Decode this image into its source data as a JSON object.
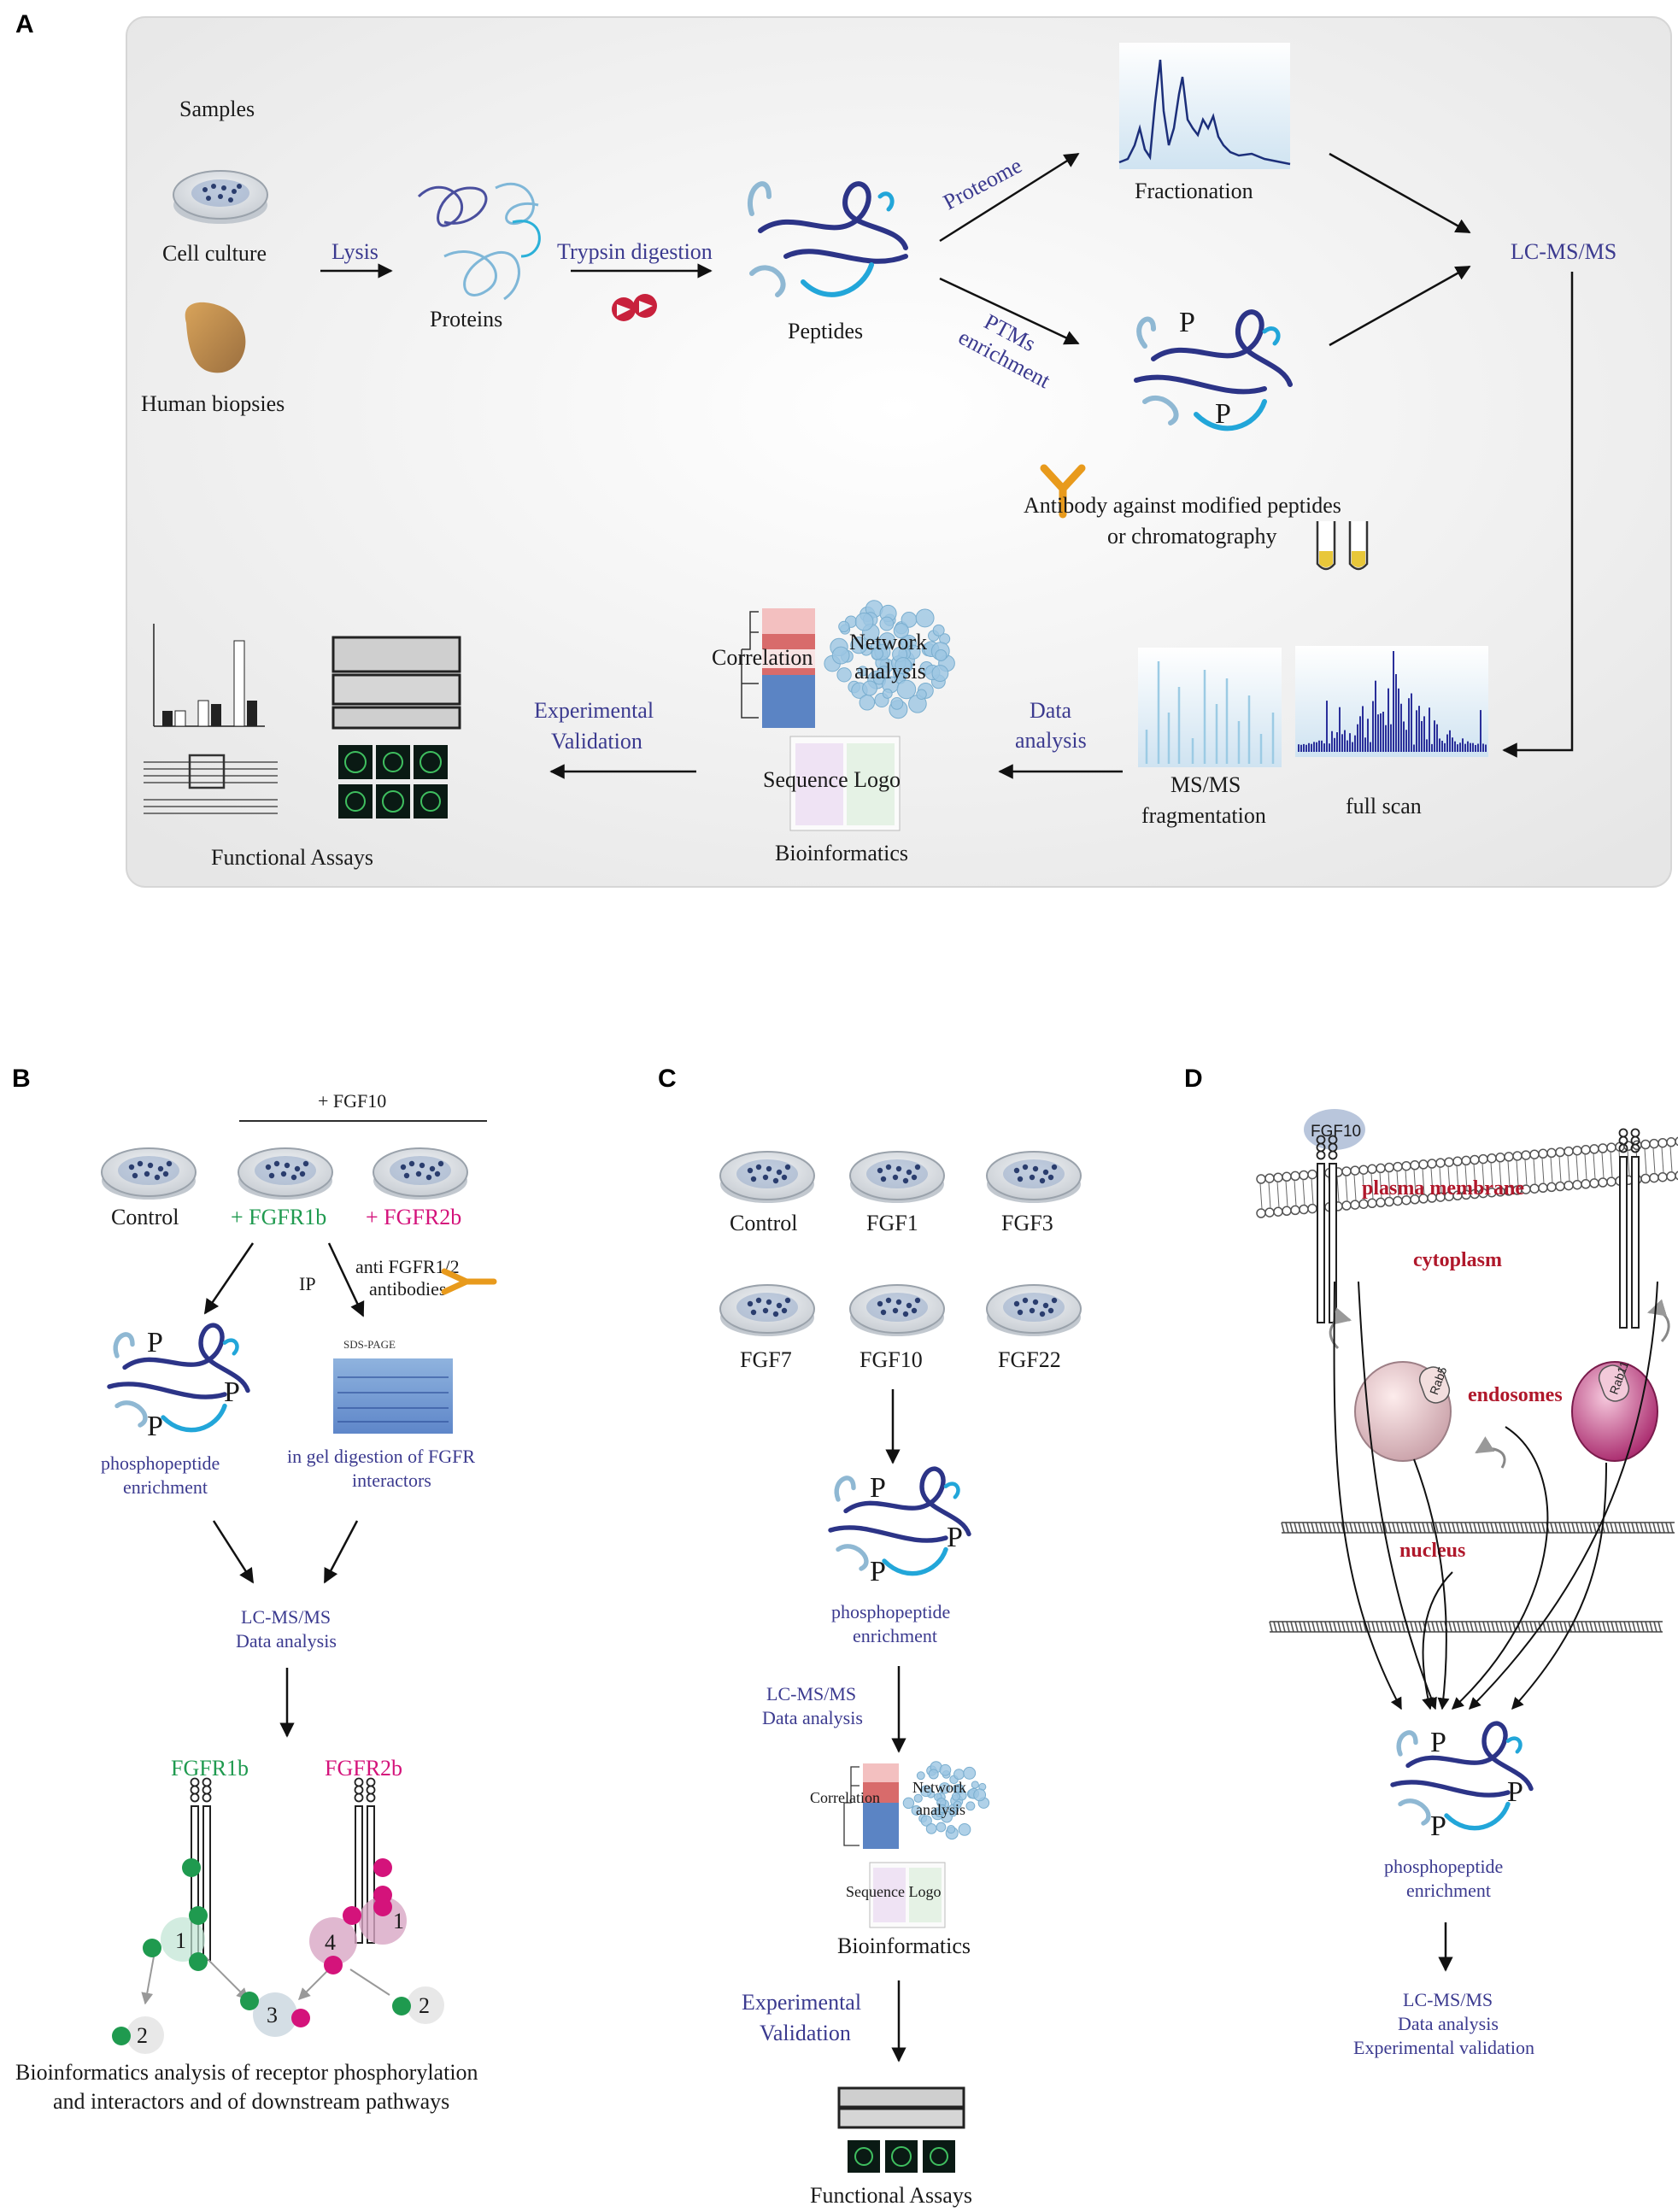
{
  "panels": {
    "a": "A",
    "b": "B",
    "c": "C",
    "d": "D"
  },
  "panelA": {
    "samples": "Samples",
    "cell_culture": "Cell culture",
    "human_biopsies": "Human biopsies",
    "lysis": "Lysis",
    "proteins": "Proteins",
    "trypsin": "Trypsin digestion",
    "peptides": "Peptides",
    "proteome": "Proteome",
    "ptms_line1": "PTMs",
    "ptms_line2": "enrichment",
    "fractionation": "Fractionation",
    "lcmsms": "LC-MS/MS",
    "antibody_line1": "Antibody against modified peptides",
    "antibody_line2": "or chromatography",
    "full_scan": "full scan",
    "msms_line1": "MS/MS",
    "msms_line2": "fragmentation",
    "data_analysis_line1": "Data",
    "data_analysis_line2": "analysis",
    "correlation": "Correlation",
    "network_line1": "Network",
    "network_line2": "analysis",
    "sequence_logo": "Sequence Logo",
    "bioinformatics": "Bioinformatics",
    "exp_val_line1": "Experimental",
    "exp_val_line2": "Validation",
    "functional_assays": "Functional Assays",
    "p_mark": "P"
  },
  "panelB": {
    "fgf10": "+ FGF10",
    "control": "Control",
    "fgfr1b_treat": "+ FGFR1b",
    "fgfr2b_treat": "+ FGFR2b",
    "ip": "IP",
    "anti_line1": "anti FGFR1/2",
    "anti_line2": "antibodies",
    "sds_page": "SDS-PAGE",
    "phospho_line1": "phosphopeptide",
    "phospho_line2": "enrichment",
    "ingel_line1": "in gel digestion of FGFR",
    "ingel_line2": "interactors",
    "lc_line1": "LC-MS/MS",
    "lc_line2": "Data analysis",
    "fgfr1b": "FGFR1b",
    "fgfr2b": "FGFR2b",
    "node_1": "1",
    "node_2": "2",
    "node_3": "3",
    "node_4": "4",
    "bio_line1": "Bioinformatics analysis of receptor phosphorylation",
    "bio_line2": "and interactors and of downstream pathways"
  },
  "panelC": {
    "control": "Control",
    "fgf1": "FGF1",
    "fgf3": "FGF3",
    "fgf7": "FGF7",
    "fgf10": "FGF10",
    "fgf22": "FGF22",
    "phospho_line1": "phosphopeptide",
    "phospho_line2": "enrichment",
    "lc_line1": "LC-MS/MS",
    "lc_line2": "Data analysis",
    "correlation": "Correlation",
    "network_line1": "Network",
    "network_line2": "analysis",
    "sequence_logo": "Sequence Logo",
    "bioinformatics": "Bioinformatics",
    "exp_val_line1": "Experimental",
    "exp_val_line2": "Validation",
    "functional_assays": "Functional Assays"
  },
  "panelD": {
    "fgf10": "FGF10",
    "plasma_membrane": "plasma membrane",
    "cytoplasm": "cytoplasm",
    "endosomes": "endosomes",
    "rab5": "Rab5",
    "rab11": "Rab11",
    "nucleus": "nucleus",
    "phospho_line1": "phosphopeptide",
    "phospho_line2": "enrichment",
    "lc_line1": "LC-MS/MS",
    "lc_line2": "Data analysis",
    "lc_line3": "Experimental validation"
  },
  "colors": {
    "blue_text": "#3b3a8f",
    "green": "#1f9a4f",
    "magenta": "#d4137b",
    "red_label": "#b0182b",
    "panel_bg": "#ebebeb"
  }
}
